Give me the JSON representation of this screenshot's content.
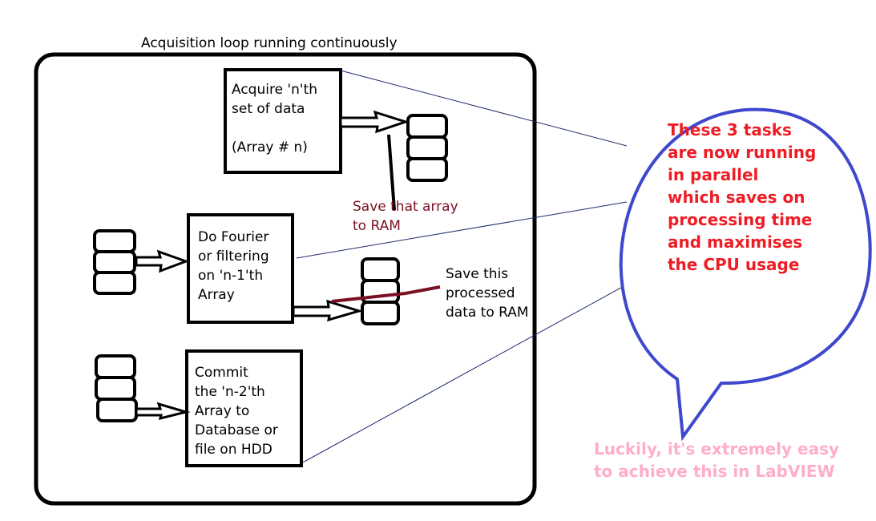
{
  "loop_title": "Acquisition loop running continuously",
  "tasks": [
    {
      "id": "acquire",
      "text": "Acquire 'n'th\nset of data\n\n(Array # n)"
    },
    {
      "id": "process",
      "text": "Do Fourier\nor filtering\non 'n-1'th\nArray"
    },
    {
      "id": "commit",
      "text": "Commit\nthe 'n-2'th\nArray to\nDatabase or\nfile on HDD"
    }
  ],
  "annotations": {
    "save_raw": "Save that array\nto RAM",
    "save_processed": "Save this\nprocessed\ndata to RAM"
  },
  "callout": {
    "text": "These 3 tasks\nare now running\nin parallel\nwhich saves on\nprocessing time\nand maximises\nthe CPU usage"
  },
  "footer_note": "Luckily, it's extremely easy\nto achieve this in LabVIEW",
  "colors": {
    "outline": "#000000",
    "callout_stroke": "#3f48cc",
    "callout_text": "#ee1c24",
    "annotation_text": "#7a1022",
    "footer_text": "#ffaec9",
    "connector": "#1f2a6b"
  }
}
